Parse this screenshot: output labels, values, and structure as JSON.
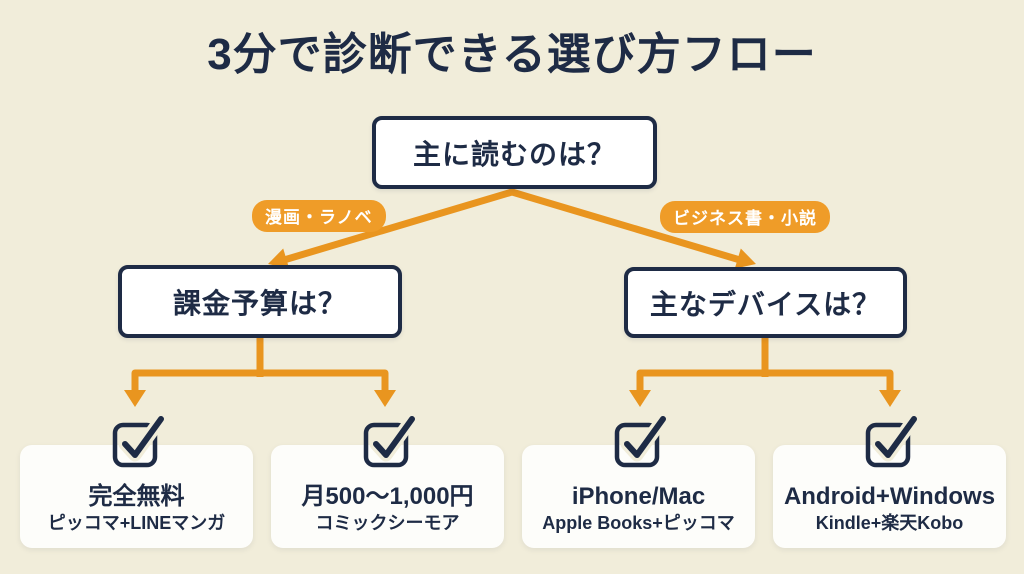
{
  "title": "3分で診断できる選び方フロー",
  "colors": {
    "bg": "#f1edda",
    "navy": "#1e2b45",
    "orange": "#e9951f",
    "labelOrange": "#ef9c28",
    "card": "#fdfdfa",
    "white": "#ffffff"
  },
  "flow": {
    "root_question": "主に読むのは？",
    "branches": [
      {
        "label": "漫画・ラノベ",
        "question": "課金予算は？"
      },
      {
        "label": "ビジネス書・小説",
        "question": "主なデバイスは？"
      }
    ],
    "results": [
      {
        "icon": "checkbox-check-icon",
        "title": "完全無料",
        "subtitle": "ピッコマ+LINEマンガ"
      },
      {
        "icon": "checkbox-check-icon",
        "title": "月500〜1,000円",
        "subtitle": "コミックシーモア"
      },
      {
        "icon": "checkbox-check-icon",
        "title": "iPhone/Mac",
        "subtitle": "Apple Books+ピッコマ"
      },
      {
        "icon": "checkbox-check-icon",
        "title": "Android+Windows",
        "subtitle": "Kindle+楽天Kobo"
      }
    ]
  }
}
